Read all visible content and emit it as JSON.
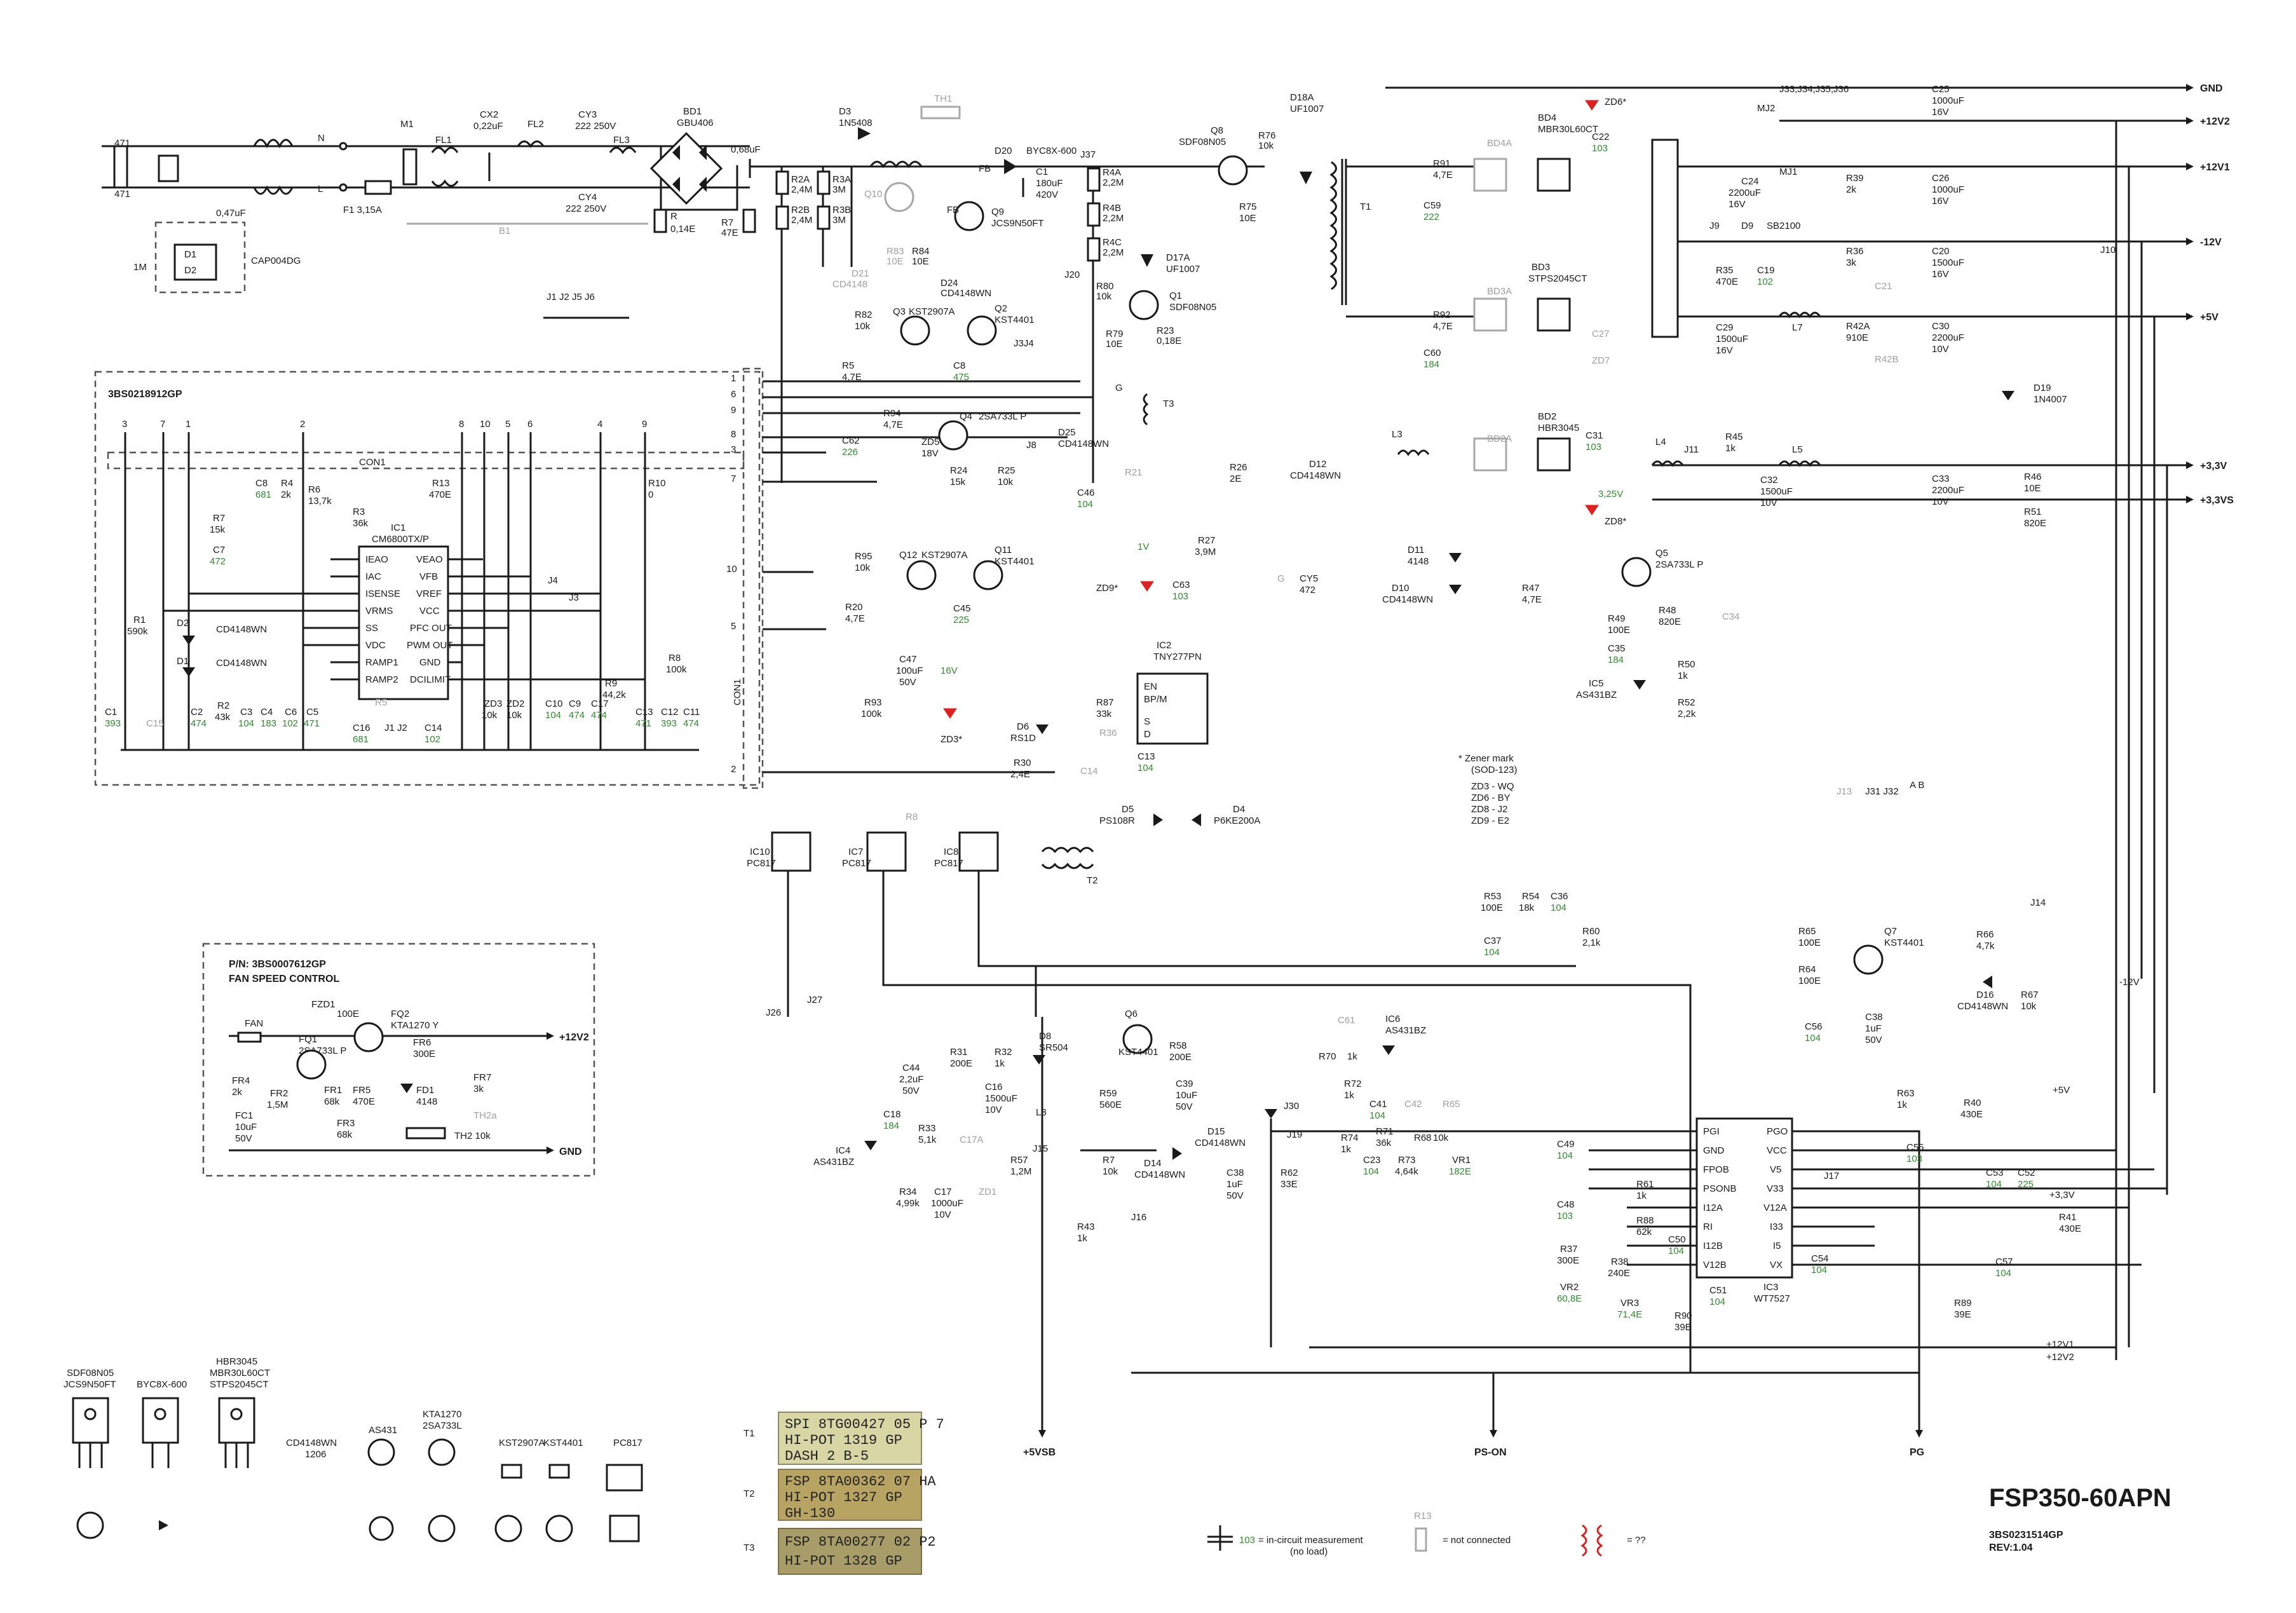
{
  "title": "FSP350-60APN",
  "doc_number": "3BS0231514GP",
  "revision": "REV:1.04",
  "pfc_board": "3BS0218912GP",
  "fan_board": {
    "pn": "P/N: 3BS0007612GP",
    "name": "FAN SPEED CONTROL"
  },
  "rails": [
    "GND",
    "+12V2",
    "+12V1",
    "-12V",
    "+5V",
    "+3,3V",
    "+3,3VS"
  ],
  "bottom_signals": [
    "+5VSB",
    "PS-ON",
    "PG"
  ],
  "ics": {
    "ic1": {
      "ref": "IC1",
      "part": "CM6800TX/P"
    },
    "ic2": {
      "ref": "IC2",
      "part": "TNY277PN"
    },
    "ic3": {
      "ref": "IC3",
      "part": "WT7527"
    }
  },
  "zener_mark": {
    "title": "* Zener mark",
    "sub": "(SOD-123)",
    "lines": [
      "ZD3 - WQ",
      "ZD6 - BY",
      "ZD8 - J2",
      "ZD9 - E2"
    ]
  },
  "legend": {
    "measure": "= in-circuit measurement",
    "measure_sub": "(no load)",
    "nc": "= not connected",
    "unknown": "= ??"
  },
  "transformers": [
    {
      "ref": "T1",
      "lines": [
        "SPI  8TG00427  05 P 7",
        "HI-POT  1319  GP",
        "DASH  2  B-5"
      ]
    },
    {
      "ref": "T2",
      "lines": [
        "FSP 8TA00362  07 HA",
        "HI-POT 1327     GP",
        "GH-130"
      ]
    },
    {
      "ref": "T3",
      "lines": [
        "FSP 8TA00277 02 P2",
        "HI-POT  1328  GP"
      ]
    }
  ],
  "packages": [
    {
      "name": "SDF08N05\nJCS9N50FT",
      "type": "TO-220"
    },
    {
      "name": "BYC8X-600",
      "type": "TO-220"
    },
    {
      "name": "HBR3045\nMBR30L60CT\nSTPS2045CT",
      "type": "TO-220"
    },
    {
      "name": "CD4148WN\n1206",
      "type": "SMD"
    },
    {
      "name": "AS431",
      "type": "TO-92"
    },
    {
      "name": "KTA1270\n2SA733L",
      "type": "TO-92"
    },
    {
      "name": "KST2907A",
      "type": "SOT-23"
    },
    {
      "name": "KST4401",
      "type": "SOT-23"
    },
    {
      "name": "PC817",
      "type": "DIP-4"
    }
  ],
  "colors": {
    "wire": "#1a1a1a",
    "nc": "#a8a8a8",
    "measurement": "#2e8b2e",
    "zener_marked": "#e02020"
  }
}
